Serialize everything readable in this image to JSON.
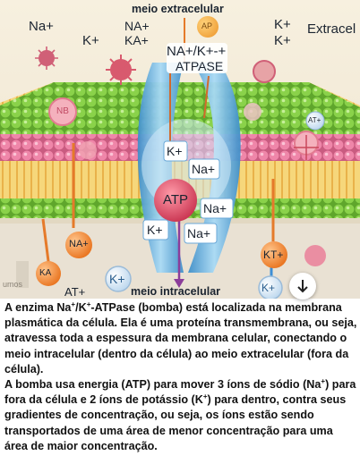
{
  "figure": {
    "labels": {
      "extracellular_top": "meio extracelular",
      "intracellular_bottom": "meio intracelular",
      "na_top_left": "Na+",
      "na_top_center": "NA+",
      "ka_top_center": "KA+",
      "k_top_left": "K+",
      "ap_ball": "AP",
      "pump_name_line1": "NA+/K+-+",
      "pump_name_line2": "ATPASE",
      "k_top_right_1": "K+",
      "k_top_right_2": "K+",
      "extracel_right": "Extracel",
      "vesicle_left": "NB",
      "at_right": "AT+",
      "k_channel": "K+",
      "na_channel_1": "Na+",
      "atp_center": "ATP",
      "na_channel_2": "Na+",
      "k_channel_low": "K+",
      "na_channel_low": "Na+",
      "na_bottom_left": "NA+",
      "ka_bottom_left": "KA",
      "at_bottom_left": "AT+",
      "k_bottom_mid": "K+",
      "k_bottom_right": "KT+",
      "k_bottom_far_right": "K+",
      "faded_left": "umos"
    }
  },
  "caption": {
    "p1_a": "A enzima Na",
    "p1_sup1": "+",
    "p1_b": "/K",
    "p1_sup2": "+",
    "p1_c": "-ATPase (bomba) está localizada na membrana plasmática da célula. Ela é uma proteína transmembrana, ou seja, atravessa toda a espessura da membrana celular, conectando o meio intracelular (dentro da célula) ao meio extracelular (fora da célula).",
    "p2_a": "A bomba usa energia (ATP) para mover 3 íons de sódio (Na",
    "p2_sup1": "+",
    "p2_b": ") para fora da célula e 2 íons de potássio (K",
    "p2_sup2": "+",
    "p2_c": ") para dentro, contra seus gradientes de concentração, ou seja, os íons estão sendo transportados de uma área de menor concentração para uma área de maior concentração."
  },
  "colors": {
    "extracellular_bg": "#f3ead6",
    "membrane_head_green": "#7cc23f",
    "membrane_head_pink": "#e8739a",
    "membrane_tail": "#f2c14e",
    "pump_blue": "#6fb7e6",
    "atp_red": "#e0566f",
    "ion_blue": "#3d8fd6",
    "ion_orange": "#f08a2c",
    "virus_red": "#c9485b"
  },
  "icons": {
    "download": "arrow-down-icon"
  }
}
